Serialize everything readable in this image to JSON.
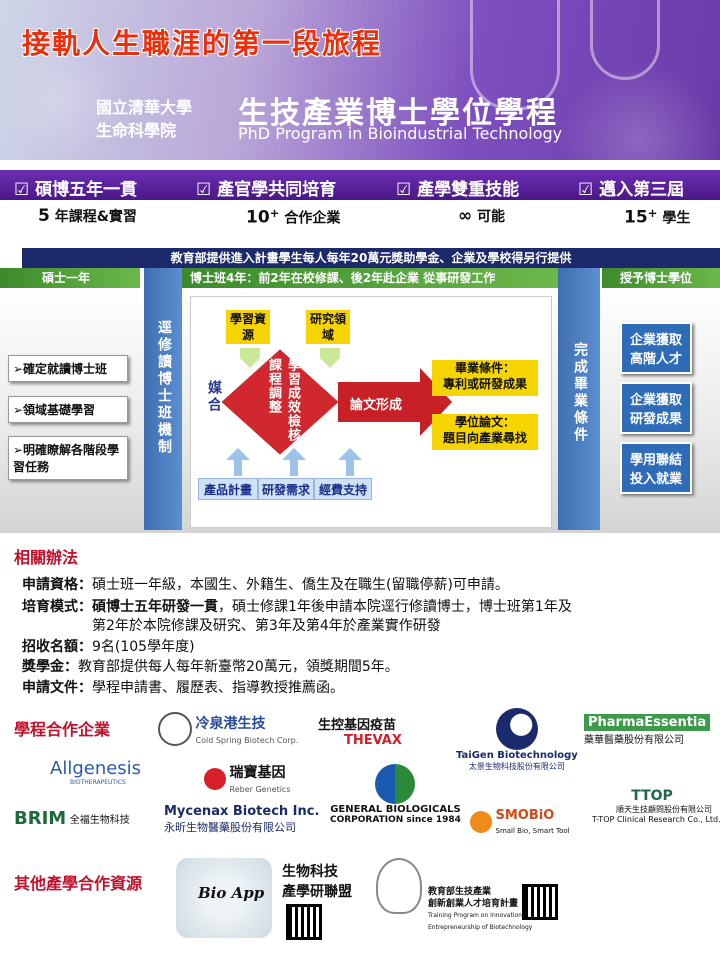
{
  "hero": {
    "slogan": "接軌人生職涯的第一段旅程",
    "school_line1": "國立清華大學",
    "school_line2": "生命科學院",
    "program_zh": "生技產業博士學位學程",
    "program_en": "PhD Program in Bioindustrial Technology"
  },
  "features": [
    {
      "label": "☑ 碩博五年一貫",
      "stat_big": "5",
      "stat_sup": "",
      "stat_rest": " 年課程&實習"
    },
    {
      "label": "☑ 產官學共同培育",
      "stat_big": "10",
      "stat_sup": "+",
      "stat_rest": " 合作企業"
    },
    {
      "label": "☑ 產學雙重技能",
      "stat_big": "∞",
      "stat_sup": "",
      "stat_rest": "  可能"
    },
    {
      "label": "☑ 邁入第三屆",
      "stat_big": "15",
      "stat_sup": "+",
      "stat_rest": " 學生"
    }
  ],
  "flow": {
    "funding": "教育部提供進入計畫學生每人每年20萬元獎助學金、企業及學校得另行提供",
    "phase_master": "碩士一年",
    "phase_phd": "博士班4年：前2年在校修課、後2年赴企業 從事研發工作",
    "phase_degree": "授予博士學位",
    "left_steps": [
      "➢確定就讀博士班",
      "➢領域基礎學習",
      "➢明確瞭解各階段學習任務"
    ],
    "column_transfer": "逕修讀博士班機制",
    "matchmaking": "媒合",
    "inputs_top": [
      "學習資源",
      "研究領域"
    ],
    "core": "學習成效檢核課程調整",
    "arrow_label": "論文形成",
    "grad_cond_title": "畢業條件：",
    "grad_cond_text": "專利或研發成果",
    "thesis_title": "學位論文：",
    "thesis_text": "題目向產業尋找",
    "inputs_bottom": [
      "產品計畫",
      "研發需求",
      "經費支持"
    ],
    "column_complete": "完成畢業條件",
    "outcomes": [
      "企業獲取高階人才",
      "企業獲取研發成果",
      "學用聯結投入就業"
    ]
  },
  "rules": {
    "heading": "相關辦法",
    "items": [
      {
        "key": "申請資格：",
        "text": "碩士班一年級，本國生、外籍生、僑生及在職生(留職停薪)可申請。"
      },
      {
        "key": "培育模式：",
        "text_bold": "碩博士五年研發一貫",
        "text": "，碩士修課1年後申請本院逕行修讀博士，博士班第1年及"
      },
      {
        "key": "",
        "text": "第2年於本院修課及研究、第3年及第4年於產業實作研發"
      },
      {
        "key": "招收名額：",
        "text": "9名(105學年度)"
      },
      {
        "key": "獎學金：",
        "text": "教育部提供每人每年新臺幣20萬元，領獎期間5年。"
      },
      {
        "key": "申請文件：",
        "text": "學程申請書、履歷表、指導教授推薦函。"
      }
    ]
  },
  "partners": {
    "heading": "學程合作企業",
    "logos": [
      {
        "name": "冷泉港生技",
        "sub": "Cold Spring Biotech Corp."
      },
      {
        "name": "生控基因疫苗",
        "sub": "THEVAX"
      },
      {
        "name": "TaiGen Biotechnology",
        "sub": "太景生物科技股份有限公司"
      },
      {
        "name": "PharmaEssentia",
        "sub": "藥華醫藥股份有限公司"
      },
      {
        "name": "Allgenesis",
        "sub": "BIOTHERAPEUTICS"
      },
      {
        "name": "瑞寶基因",
        "sub": "Reber Genetics"
      },
      {
        "name": "GENERAL BIOLOGICALS",
        "sub": "CORPORATION since 1984"
      },
      {
        "name": "BRIM",
        "sub": "全福生物科技"
      },
      {
        "name": "Mycenax Biotech Inc.",
        "sub": "永昕生物醫藥股份有限公司"
      },
      {
        "name": "SMOBiO",
        "sub": "Small Bio, Smart Tool"
      },
      {
        "name": "TTOP",
        "sub": "順天生技顧問股份有限公司"
      },
      {
        "name": "T-TOP Clinical Research Co., Ltd.",
        "sub": ""
      }
    ]
  },
  "other": {
    "heading": "其他產學合作資源",
    "bioapp": "Bio App",
    "alliance_line1": "生物科技",
    "alliance_line2": "產學研聯盟",
    "moe_line1": "教育部生技產業",
    "moe_line2": "創新創業人才培育計畫",
    "moe_en1": "Training Program on Innovation and",
    "moe_en2": "Entrepreneurship of Biotechnology"
  },
  "colors": {
    "slogan": "#e8300c",
    "purple": "#5a1f9c",
    "navy": "#1c2a6b",
    "green": "#4b9e35",
    "blue": "#2f6cb8",
    "red": "#c0122c"
  }
}
